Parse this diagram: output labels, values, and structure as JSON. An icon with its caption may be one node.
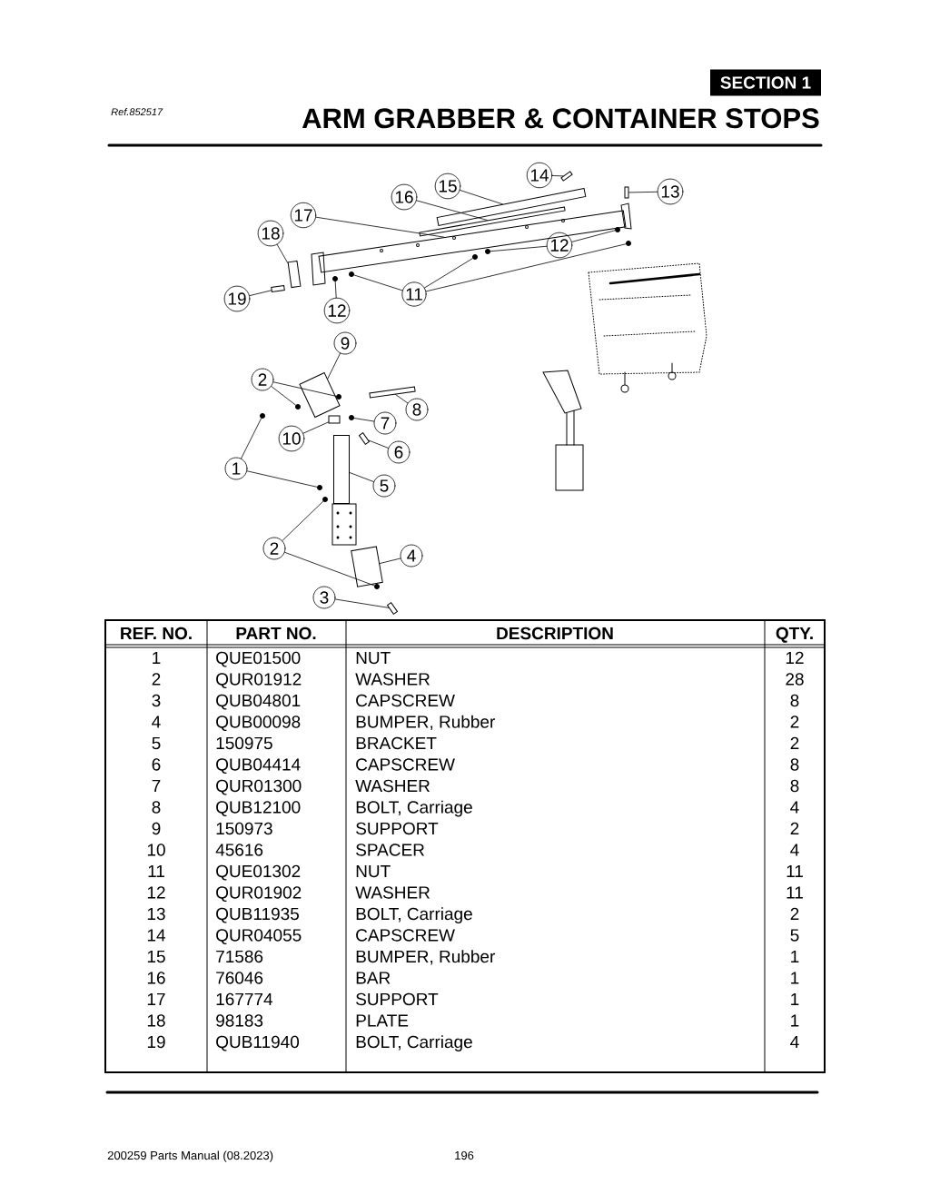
{
  "diagram": {
    "title": "ARM GRABBER & CONTAINER STOPS",
    "nodes": [
      {
        "text": [
          "14"
        ]
      },
      {
        "text": [
          "15"
        ]
      },
      {
        "text": [
          "13"
        ]
      },
      {
        "text": [
          "16"
        ]
      },
      {
        "text": [
          "17"
        ]
      },
      {
        "text": [
          "18"
        ]
      },
      {
        "text": [
          "12"
        ]
      },
      {
        "text": [
          "11"
        ]
      },
      {
        "text": [
          "19"
        ]
      },
      {
        "text": [
          "12"
        ]
      },
      {
        "text": [
          "9"
        ]
      },
      {
        "text": [
          "2"
        ]
      },
      {
        "text": [
          "8"
        ]
      },
      {
        "text": [
          "7"
        ]
      },
      {
        "text": [
          "10"
        ]
      },
      {
        "text": [
          "6"
        ]
      },
      {
        "text": [
          "1"
        ]
      },
      {
        "text": [
          "5"
        ]
      },
      {
        "text": [
          "2"
        ]
      },
      {
        "text": [
          "4"
        ]
      },
      {
        "text": [
          "3"
        ]
      },
      {
        "text": [],
        "shape": "box"
      },
      {
        "text": [],
        "shape": "bar"
      },
      {
        "text": [],
        "shape": "box"
      },
      {
        "text": [],
        "shape": "bar"
      },
      {
        "text": [],
        "shape": "bar"
      },
      {
        "text": [],
        "shape": "box"
      },
      {
        "text": [],
        "shape": "circle"
      },
      {
        "text": [],
        "shape": "circle"
      },
      {
        "text": [],
        "shape": "circle"
      },
      {
        "text": [],
        "shape": "circle"
      },
      {
        "text": [],
        "shape": "circle"
      },
      {
        "text": [],
        "shape": "box"
      },
      {
        "text": [],
        "shape": "circle"
      },
      {
        "text": [],
        "shape": "box"
      },
      {
        "text": [],
        "shape": "circle"
      },
      {
        "text": [],
        "shape": "circle"
      },
      {
        "text": [],
        "shape": "box"
      },
      {
        "text": [],
        "shape": "circle"
      },
      {
        "text": [],
        "shape": "box"
      },
      {
        "text": [],
        "shape": "box"
      },
      {
        "text": [],
        "shape": "circle"
      },
      {
        "text": [],
        "shape": "circle"
      },
      {
        "text": [],
        "shape": "box"
      },
      {
        "text": [],
        "shape": "circle"
      },
      {
        "text": [],
        "shape": "circle"
      },
      {
        "text": [],
        "shape": "box"
      },
      {
        "text": [],
        "shape": "box"
      }
    ],
    "edges": [
      {
        "from": 0,
        "to": 21,
        "arrow": "none"
      },
      {
        "from": 1,
        "to": 22,
        "arrow": "none"
      },
      {
        "from": 2,
        "to": 23,
        "arrow": "none"
      },
      {
        "from": 3,
        "to": 24,
        "arrow": "none"
      },
      {
        "from": 4,
        "to": 25,
        "arrow": "none"
      },
      {
        "from": 5,
        "to": 26,
        "arrow": "none"
      },
      {
        "from": 6,
        "to": 27,
        "arrow": "none"
      },
      {
        "from": 6,
        "to": 28,
        "arrow": "none"
      },
      {
        "from": 7,
        "to": 29,
        "arrow": "none"
      },
      {
        "from": 7,
        "to": 30,
        "arrow": "none"
      },
      {
        "from": 7,
        "to": 31,
        "arrow": "none"
      },
      {
        "from": 8,
        "to": 32,
        "arrow": "none"
      },
      {
        "from": 9,
        "to": 33,
        "arrow": "none"
      },
      {
        "from": 10,
        "to": 34,
        "arrow": "none"
      },
      {
        "from": 11,
        "to": 35,
        "arrow": "none"
      },
      {
        "from": 11,
        "to": 36,
        "arrow": "none"
      },
      {
        "from": 12,
        "to": 37,
        "arrow": "none"
      },
      {
        "from": 13,
        "to": 38,
        "arrow": "none"
      },
      {
        "from": 14,
        "to": 39,
        "arrow": "none"
      },
      {
        "from": 15,
        "to": 40,
        "arrow": "none"
      },
      {
        "from": 16,
        "to": 41,
        "arrow": "none"
      },
      {
        "from": 16,
        "to": 42,
        "arrow": "none"
      },
      {
        "from": 17,
        "to": 43,
        "arrow": "none"
      },
      {
        "from": 18,
        "to": 44,
        "arrow": "none"
      },
      {
        "from": 18,
        "to": 45,
        "arrow": "none"
      },
      {
        "from": 19,
        "to": 46,
        "arrow": "none"
      },
      {
        "from": 20,
        "to": 47,
        "arrow": "none"
      }
    ],
    "labels": [
      "SECTION 1",
      "Ref.852517",
      "REF. NO.",
      "PART NO.",
      "DESCRIPTION",
      "QTY.",
      "1",
      "QUE01500",
      "NUT",
      "12",
      "2",
      "QUR01912",
      "WASHER",
      "28",
      "3",
      "QUB04801",
      "CAPSCREW",
      "8",
      "4",
      "QUB00098",
      "BUMPER, Rubber",
      "2",
      "5",
      "150975",
      "BRACKET",
      "2",
      "6",
      "QUB04414",
      "CAPSCREW",
      "8",
      "7",
      "QUR01300",
      "WASHER",
      "8",
      "8",
      "QUB12100",
      "BOLT, Carriage",
      "4",
      "9",
      "150973",
      "SUPPORT",
      "2",
      "10",
      "45616",
      "SPACER",
      "4",
      "11",
      "QUE01302",
      "NUT",
      "11",
      "12",
      "QUR01902",
      "WASHER",
      "11",
      "13",
      "QUB11935",
      "BOLT, Carriage",
      "2",
      "14",
      "QUR04055",
      "CAPSCREW",
      "5",
      "15",
      "71586",
      "BUMPER, Rubber",
      "1",
      "16",
      "76046",
      "BAR",
      "1",
      "17",
      "167774",
      "SUPPORT",
      "1",
      "18",
      "98183",
      "PLATE",
      "1",
      "19",
      "QUB11940",
      "BOLT, Carriage",
      "4",
      "200259 Parts Manual (08.2023)",
      "196"
    ]
  }
}
